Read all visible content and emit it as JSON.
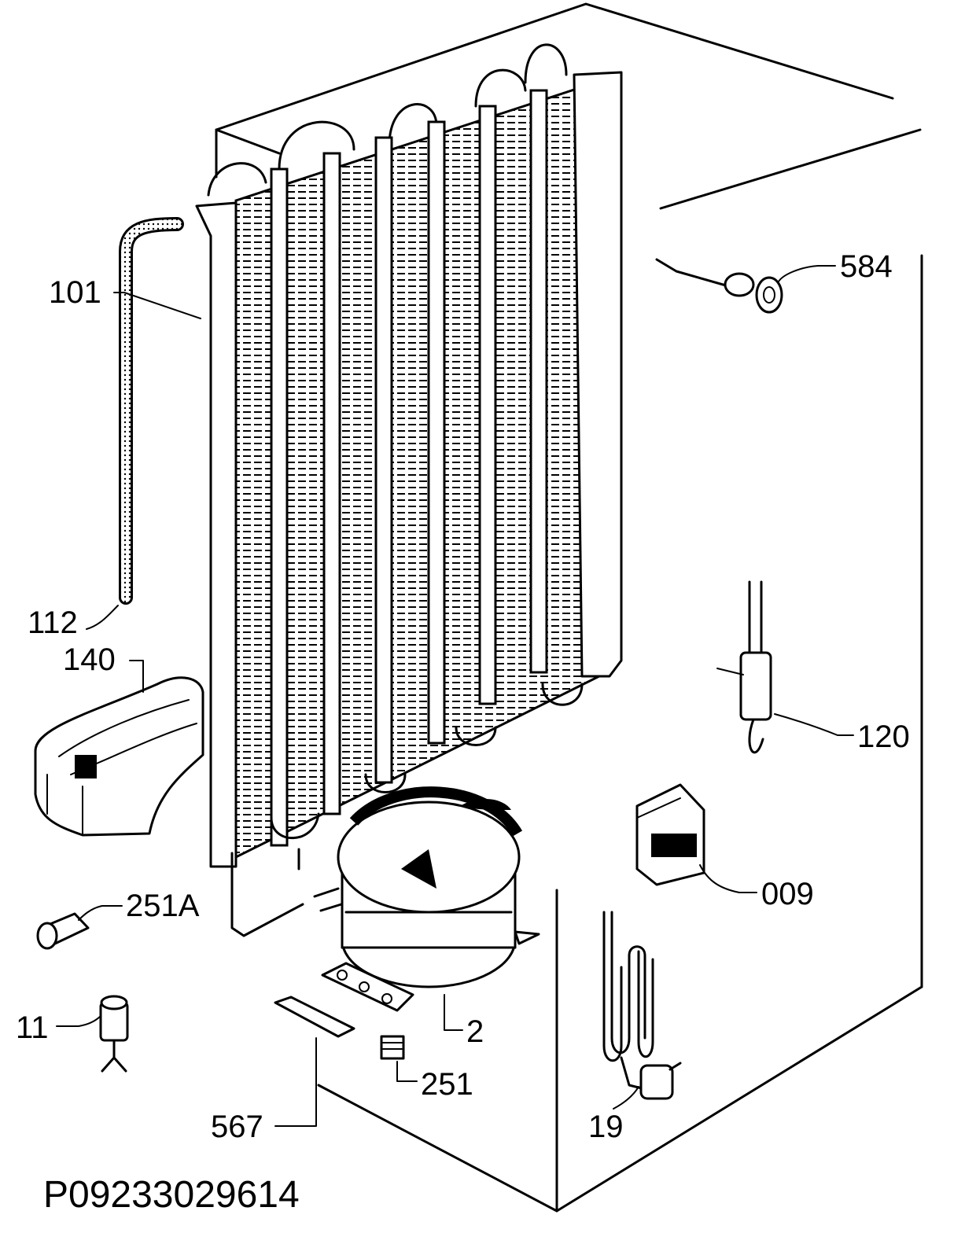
{
  "diagram_id": "P09233029614",
  "parts": [
    {
      "number": "101"
    },
    {
      "number": "112"
    },
    {
      "number": "140"
    },
    {
      "number": "251A"
    },
    {
      "number": "11"
    },
    {
      "number": "2"
    },
    {
      "number": "567"
    },
    {
      "number": "251"
    },
    {
      "number": "584"
    },
    {
      "number": "120"
    },
    {
      "number": "009"
    },
    {
      "number": "19"
    }
  ]
}
